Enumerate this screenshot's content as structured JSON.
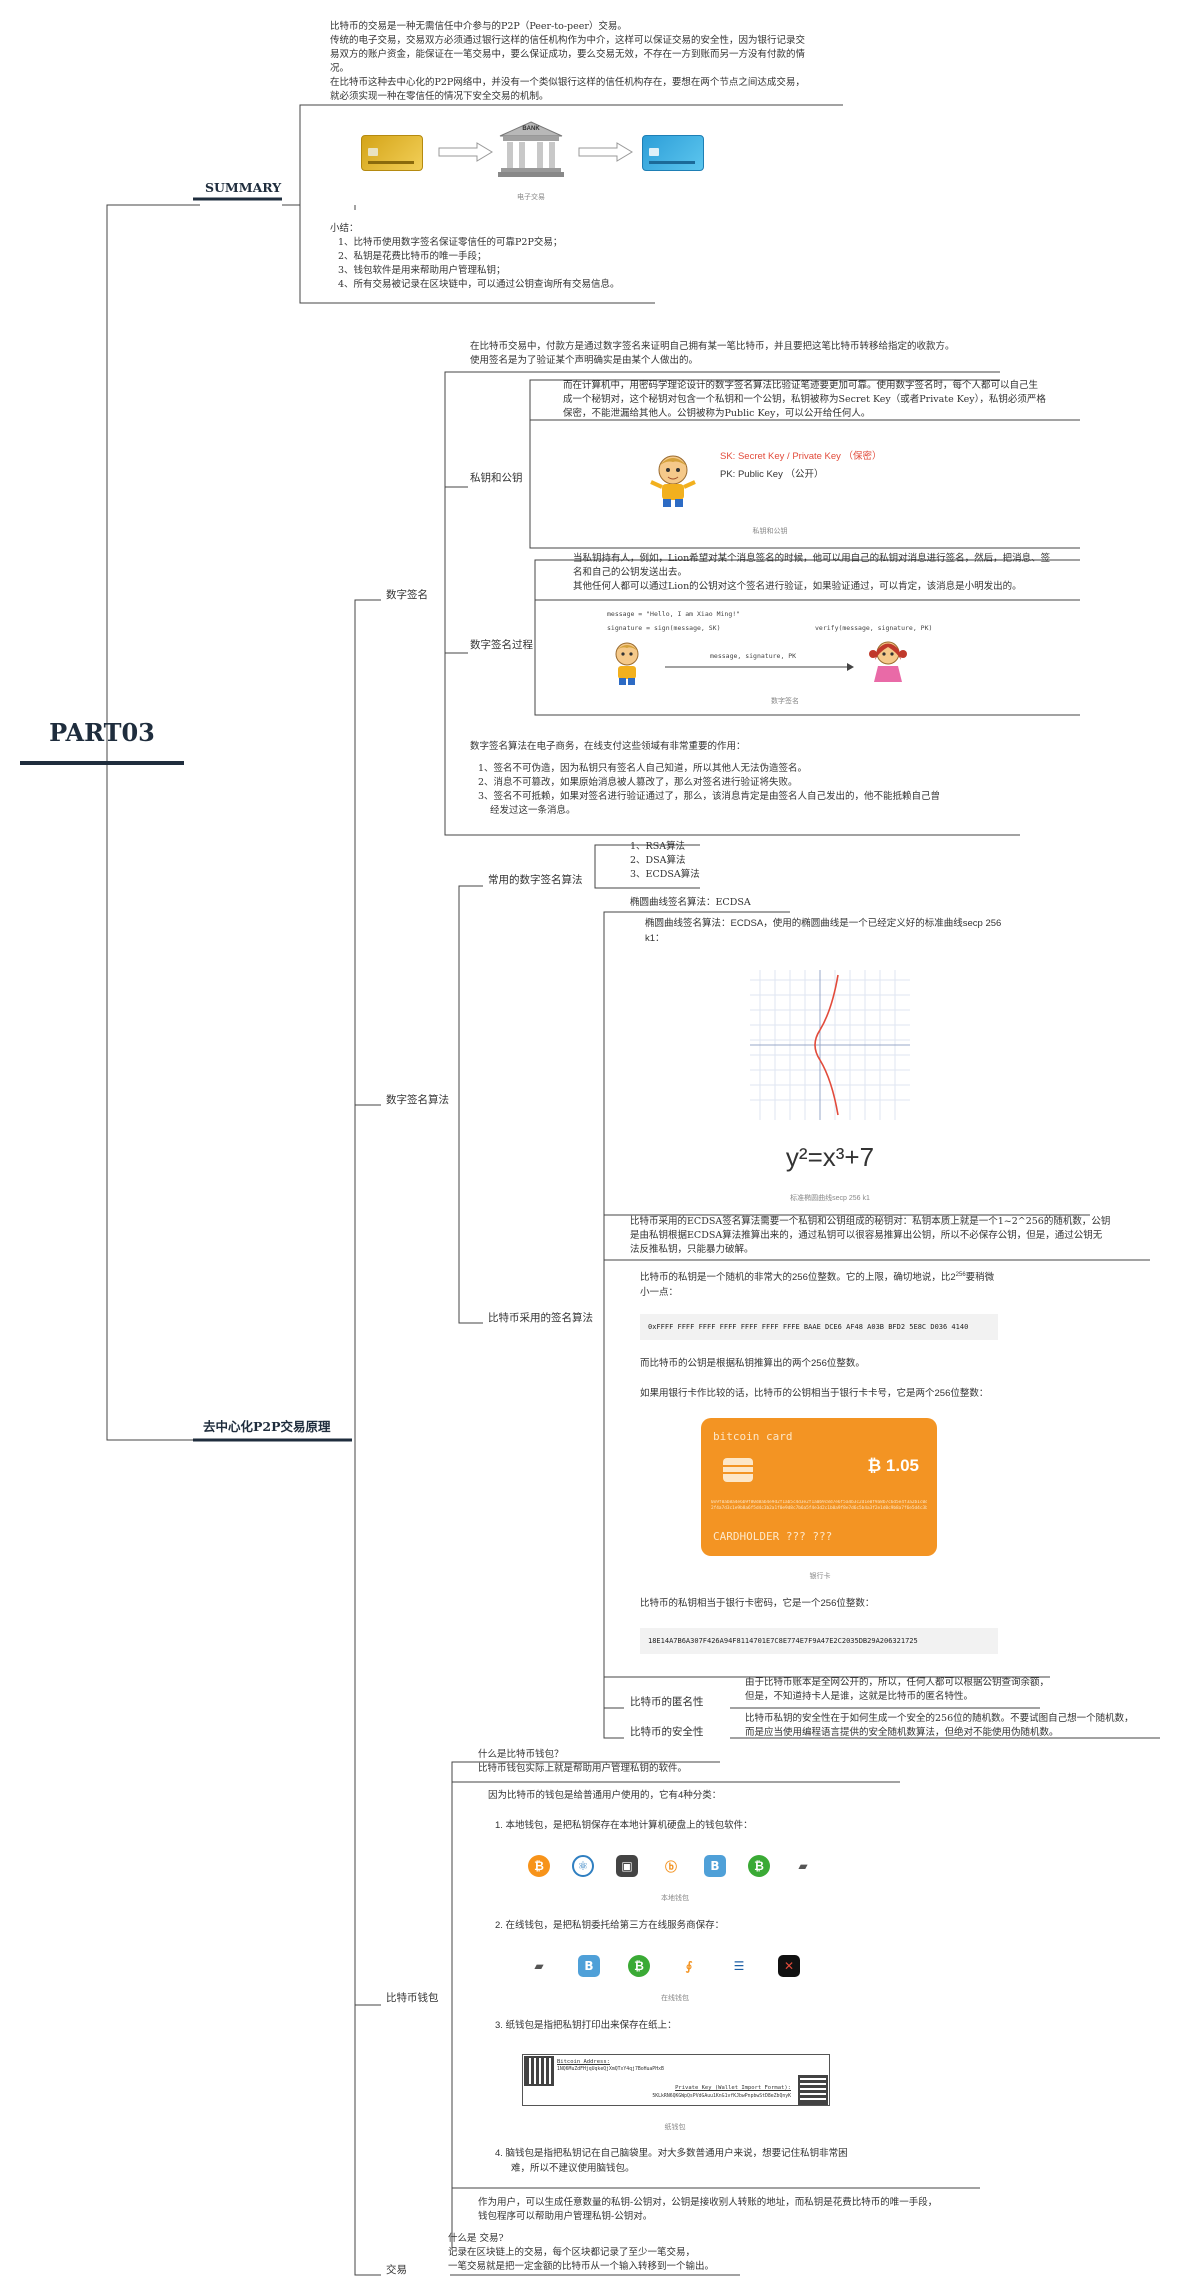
{
  "root": "PART03",
  "summary": {
    "label": "SUMMARY",
    "intro": [
      "比特币的交易是一种无需信任中介参与的P2P（Peer-to-peer）交易。",
      "传统的电子交易，交易双方必须通过银行这样的信任机构作为中介，这样可以保证交易的安全性，因为银行记录交",
      "易双方的账户资金，能保证在一笔交易中，要么保证成功，要么交易无效，不存在一方到账而另一方没有付款的情",
      "况。",
      "在比特币这种去中心化的P2P网络中，并没有一个类似银行这样的信任机构存在，要想在两个节点之间达成交易，",
      "就必须实现一种在零信任的情况下安全交易的机制。"
    ],
    "bank_text": "BANK",
    "diagram_caption": "电子交易",
    "conclusion": [
      "小结：",
      "1、比特币使用数字签名保证零信任的可靠P2P交易；",
      "2、私钥是花费比特币的唯一手段；",
      "3、钱包软件是用来帮助用户管理私钥；",
      "4、所有交易被记录在区块链中，可以通过公钥查询所有交易信息。"
    ]
  },
  "p2p": {
    "label": "去中心化P2P交易原理",
    "signature": {
      "label": "数字签名",
      "intro": [
        "在比特币交易中，付款方是通过数字签名来证明自己拥有某一笔比特币，并且要把这笔比特币转移给指定的收款方。",
        "使用签名是为了验证某个声明确实是由某个人做出的。"
      ],
      "keys": {
        "label": "私钥和公钥",
        "text": [
          "而在计算机中，用密码学理论设计的数字签名算法比验证笔迹要更加可靠。使用数字签名时，每个人都可以自己生",
          "成一个秘钥对，这个秘钥对包含一个私钥和一个公钥，私钥被称为Secret Key（或者Private Key），私钥必须严格",
          "保密，不能泄漏给其他人。公钥被称为Public Key，可以公开给任何人。"
        ],
        "sk": "SK: Secret Key / Private Key （保密）",
        "pk": "PK: Public Key （公开）",
        "caption": "私钥和公钥"
      },
      "process": {
        "label": "数字签名过程",
        "text": [
          "当私钥持有人，例如，Lion希望对某个消息签名的时候，他可以用自己的私钥对消息进行签名，然后，把消息、签",
          "名和自己的公钥发送出去。",
          "其他任何人都可以通过Lion的公钥对这个签名进行验证，如果验证通过，可以肯定，该消息是小明发出的。"
        ],
        "code1": "message = \"Hello, I am Xiao Ming!\"",
        "code2": "signature = sign(message, SK)",
        "code3": "verify(message, signature, PK)",
        "arrow_label": "message, signature, PK",
        "caption": "数字签名"
      },
      "usage": [
        "数字签名算法在电子商务，在线支付这些领域有非常重要的作用：",
        "1、签名不可伪造，因为私钥只有签名人自己知道，所以其他人无法伪造签名。",
        "2、消息不可篡改，如果原始消息被人篡改了，那么对签名进行验证将失败。",
        "3、签名不可抵赖，如果对签名进行验证通过了，那么，该消息肯定是由签名人自己发出的，他不能抵赖自己曾",
        "经发过这一条消息。"
      ]
    },
    "algorithms": {
      "label": "数字签名算法",
      "common": {
        "label": "常用的数字签名算法",
        "items": [
          "1、RSA算法",
          "2、DSA算法",
          "3、ECDSA算法"
        ]
      },
      "bitcoin": {
        "label": "比特币采用的签名算法",
        "curve_label": "椭圆曲线签名算法：ECDSA",
        "curve_text": [
          "椭圆曲线签名算法：ECDSA，使用的椭圆曲线是一个已经定义好的标准曲线secp 256",
          "k1："
        ],
        "formula_main": "y²=x³+7",
        "curve_caption": "标准椭圆曲线secp 256 k1",
        "ecdsa_text": [
          "比特币采用的ECDSA签名算法需要一个私钥和公钥组成的秘钥对：私钥本质上就是一个1~2^256的随机数，公钥",
          "是由私钥根据ECDSA算法推算出来的，通过私钥可以很容易推算出公钥，所以不必保存公钥，但是，通过公钥无",
          "法反推私钥，只能暴力破解。"
        ],
        "privkey_text_a": "比特币的私钥是一个随机的非常大的256位整数。它的上限，确切地说，比2",
        "privkey_sup": "256",
        "privkey_text_b": "要稍微",
        "privkey_text_c": "小一点：",
        "privkey_hex": "0xFFFF FFFF FFFF FFFF FFFF FFFF FFFE BAAE DCE6 AF48 A03B BFD2 5E8C D036 4140",
        "pubkey_text": "而比特币的公钥是根据私钥推算出的两个256位整数。",
        "bankcard_text": "如果用银行卡作比较的话，比特币的公钥相当于银行卡卡号，它是两个256位整数：",
        "card": {
          "brand": "bitcoin card",
          "amount": "₿ 1.05",
          "number1": "0x9f0ab8a4e6b9f80d8ab4e9d2f1ab5c4d3e2f1a0b9c8d7e6f5a4b3c2d1e0f9a8b7c6d5e4f3a2b1c0d9e8f7a6b5",
          "number2": "2f4a7d3c1e9b8a6f5d4c3b2a1f0e9d8c7b6a5f4e3d2c1b0a9f8e7d6c5b4a3f2e1d0c9b8a7f6e5d4c3b2a1f0e9d",
          "holder": "CARDHOLDER ??? ???",
          "caption": "银行卡"
        },
        "password_text": "比特币的私钥相当于银行卡密码，它是一个256位整数：",
        "password_hex": "18E14A7B6A307F426A94F8114701E7C8E774E7F9A47E2C2035DB29A206321725"
      },
      "anonymity": {
        "label": "比特币的匿名性",
        "text": [
          "由于比特币账本是全网公开的，所以，任何人都可以根据公钥查询余额，",
          "但是，不知道持卡人是谁，这就是比特币的匿名特性。"
        ]
      },
      "security": {
        "label": "比特币的安全性",
        "text": [
          "比特币私钥的安全性在于如何生成一个安全的256位的随机数。不要试图自己想一个随机数，",
          "而是应当使用编程语言提供的安全随机数算法，但绝对不能使用伪随机数。"
        ]
      }
    },
    "wallet": {
      "label": "比特币钱包",
      "intro": [
        "什么是比特币钱包？",
        "比特币钱包实际上就是帮助用户管理私钥的软件。"
      ],
      "types_intro": "因为比特币的钱包是给普通用户使用的，它有4种分类：",
      "local": "1.  本地钱包，是把私钥保存在本地计算机硬盘上的钱包软件：",
      "local_caption": "本地钱包",
      "local_icons": [
        "bitcoin-core-icon",
        "electrum-icon",
        "armory-icon",
        "bither-icon",
        "blockchain-icon",
        "greenaddress-icon",
        "wallet-icon"
      ],
      "online": "2.  在线钱包，是把私钥委托给第三方在线服务商保存：",
      "online_caption": "在线钱包",
      "online_icons": [
        "wallet-icon",
        "shield-bitcoin-icon",
        "green-bitcoin-icon",
        "copay-icon",
        "coinbase-icon",
        "xapo-icon"
      ],
      "paper": "3.  纸钱包是指把私钥打印出来保存在纸上：",
      "paper_address_label": "Bitcoin Address:",
      "paper_address": "1NQ6MuZdFHjqUqkeQjXmQTxY4qj7BoHuaPHxB",
      "paper_key_label": "Private Key (Wallet Import Format):",
      "paper_key": "5KLkRN6QKGWpQsPVdGAuu1KnG1vfKJbwPnpbwStD8eZbQnyK",
      "paper_caption": "纸钱包",
      "brain": [
        "4.  脑钱包是指把私钥记在自己脑袋里。对大多数普通用户来说，想要记住私钥非常困",
        "难，所以不建议使用脑钱包。"
      ],
      "summary": [
        "作为用户，可以生成任意数量的私钥-公钥对，公钥是接收别人转账的地址，而私钥是花费比特币的唯一手段，",
        "钱包程序可以帮助用户管理私钥-公钥对。"
      ]
    },
    "tx": {
      "label": "交易",
      "text": [
        "什么是 交易?",
        "记录在区块链上的交易，每个区块都记录了至少一笔交易，",
        "一笔交易就是把一定金额的比特币从一个输入转移到一个输出。"
      ]
    }
  },
  "colors": {
    "navy": "#1f2d3d",
    "line": "#555555",
    "red": "#e24b3b",
    "orange": "#f39423"
  }
}
